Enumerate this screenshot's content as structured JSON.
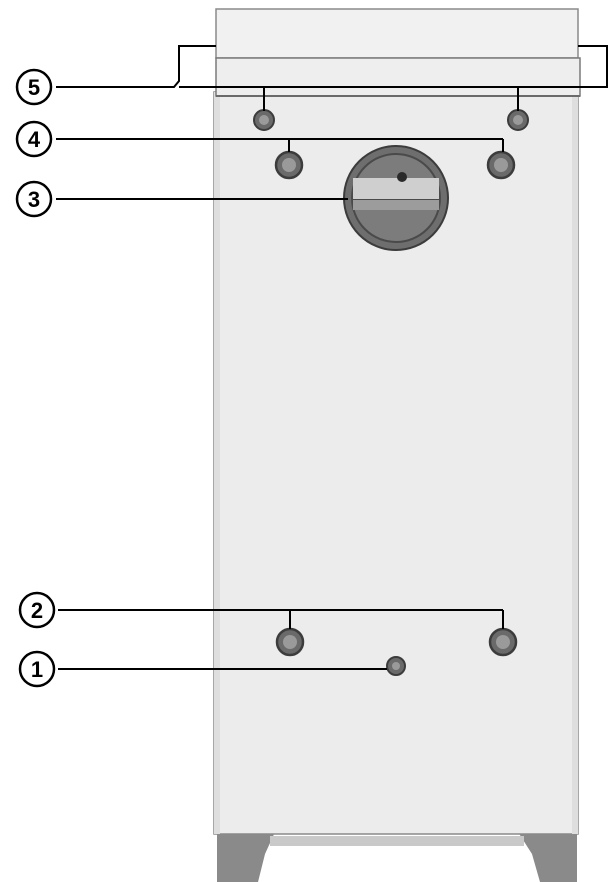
{
  "colors": {
    "cabinet_top": "#f1f1f1",
    "cabinet_body": "#ececec",
    "cabinet_edge": "#7a7a7a",
    "port_outer": "#6a6a6a",
    "port_ring": "#3c3c3c",
    "port_inner": "#9a9a9a",
    "feet": "#8a8a8a",
    "line": "#000000",
    "label_text": "#000000"
  },
  "callouts": [
    {
      "id": "1",
      "label": "1",
      "part": "bottom-single-port"
    },
    {
      "id": "2",
      "label": "2",
      "part": "lower-port-pair"
    },
    {
      "id": "3",
      "label": "3",
      "part": "round-cover-flange"
    },
    {
      "id": "4",
      "label": "4",
      "part": "upper-port-pair"
    },
    {
      "id": "5",
      "label": "5",
      "part": "top-section-with-small-ports"
    }
  ]
}
